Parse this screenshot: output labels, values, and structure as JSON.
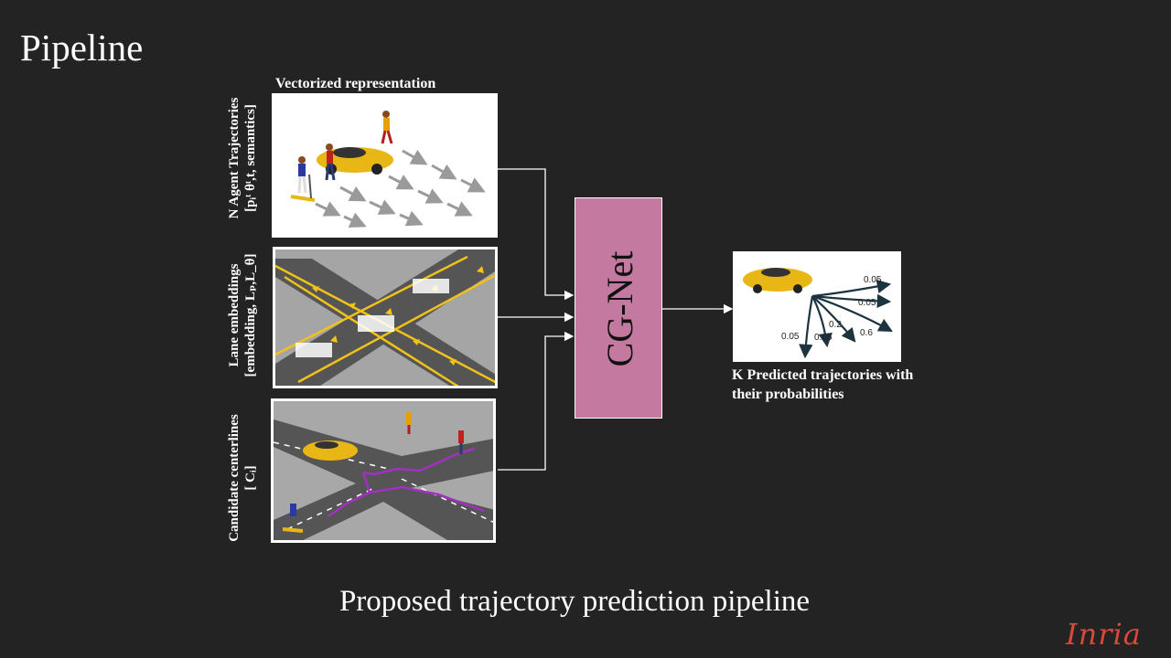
{
  "slide": {
    "title": "Pipeline",
    "caption": "Proposed trajectory prediction pipeline",
    "logo": "Inria"
  },
  "inputs": {
    "vectorized_title": "Vectorized representation",
    "agent_label_1": "N Agent Trajectories",
    "agent_label_2": "[pᵢᵗ θᵗ,t, semantics]",
    "lane_label_1": "Lane embeddings",
    "lane_label_2": "[embedding, Lₚ,L_θ]",
    "cand_label_1": "Candidate centerlines",
    "cand_label_2": "[ Cᵢ]"
  },
  "model": {
    "name": "CG-Net"
  },
  "output": {
    "caption_line1": "K Predicted trajectories with",
    "caption_line2": "their probabilities",
    "probs": [
      "0.05",
      "0.05",
      "0.2",
      "0.6",
      "0.05",
      "0.05"
    ]
  },
  "colors": {
    "background": "#232323",
    "cgnet_fill": "#c47aa0",
    "lane_yellow": "#f2c21a",
    "road_grey": "#555555",
    "path_purple": "#a230c0",
    "logo_red": "#d9483a"
  }
}
